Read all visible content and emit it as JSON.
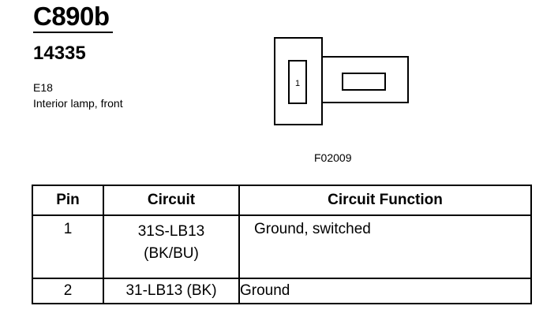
{
  "header": {
    "connector_id": "C890b",
    "part_number": "14335",
    "location_code": "E18",
    "description": "Interior lamp, front"
  },
  "diagram": {
    "pin_label": "1",
    "figure_ref": "F02009"
  },
  "table": {
    "columns": [
      "Pin",
      "Circuit",
      "Circuit Function"
    ],
    "rows": [
      {
        "pin": "1",
        "circuit_line1": "31S-LB13",
        "circuit_line2": "(BK/BU)",
        "function": "Ground, switched"
      },
      {
        "pin": "2",
        "circuit_line1": "31-LB13 (BK)",
        "circuit_line2": "",
        "function": "Ground"
      }
    ]
  }
}
